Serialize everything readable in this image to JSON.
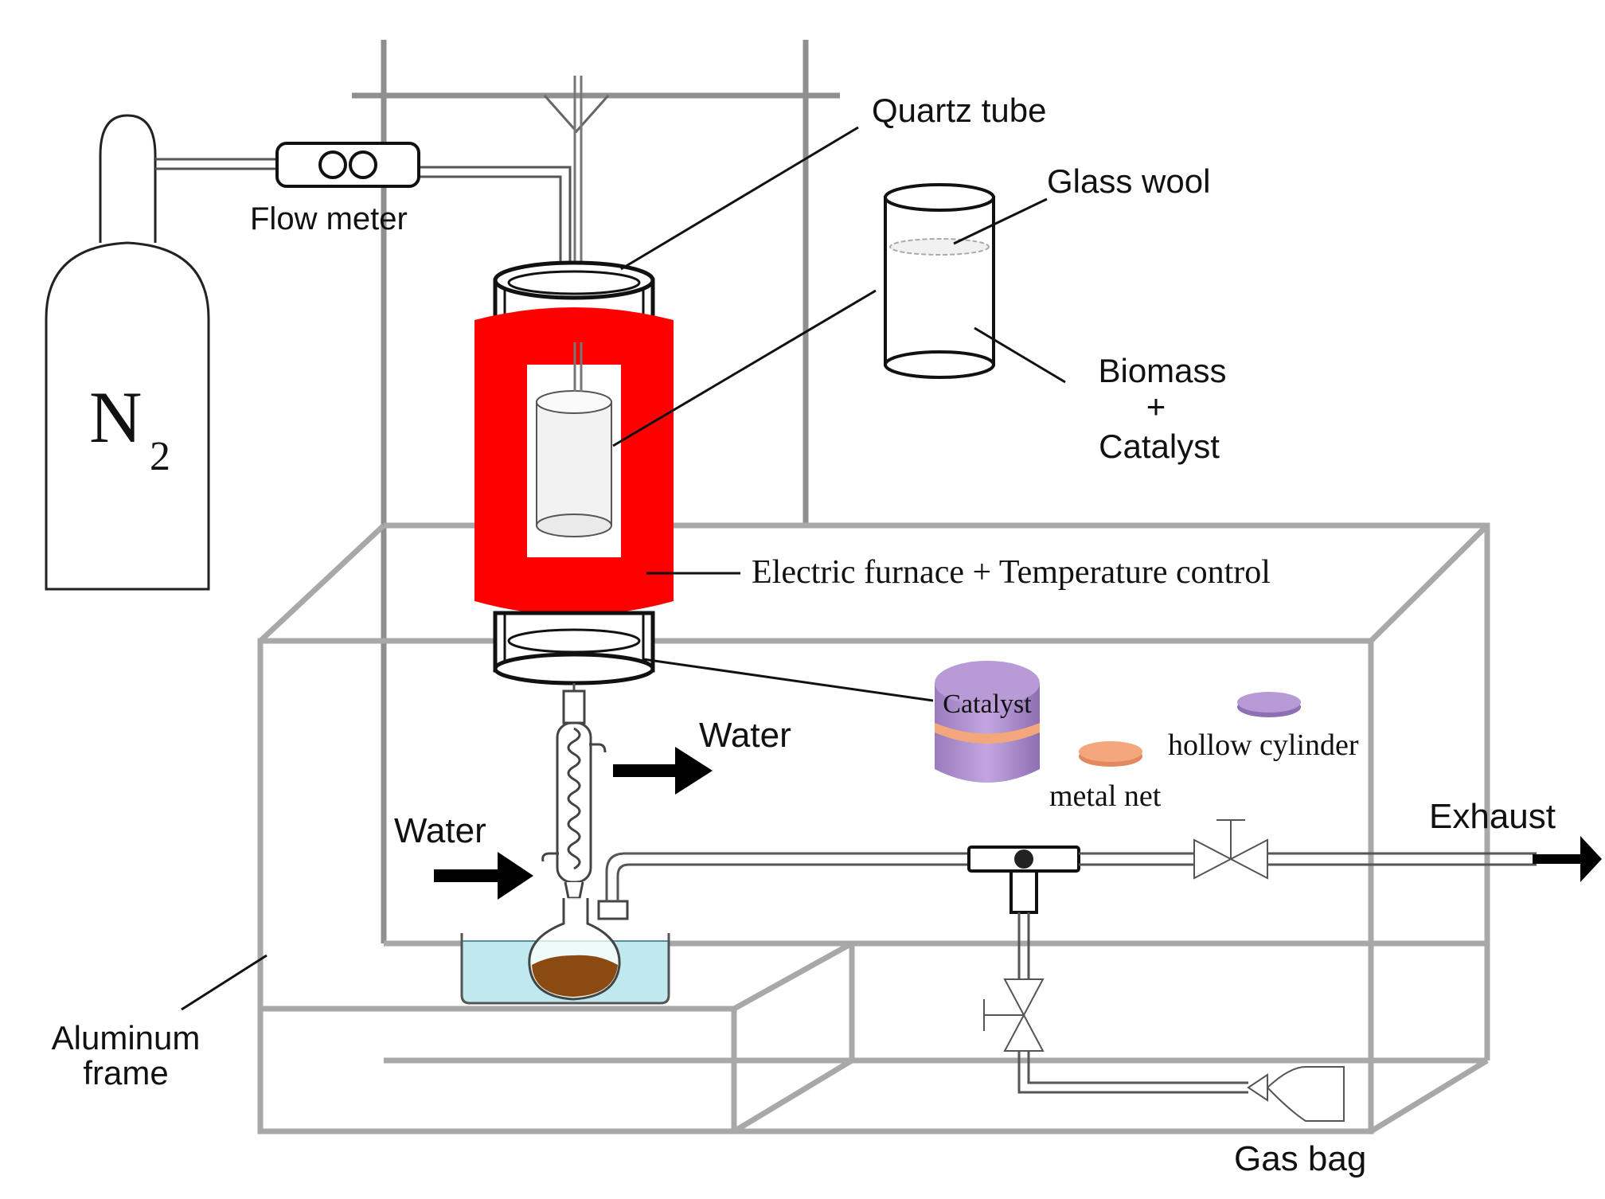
{
  "labels": {
    "n2_symbol": "N",
    "n2_subscript": "2",
    "flow_meter": "Flow meter",
    "quartz_tube": "Quartz tube",
    "glass_wool": "Glass wool",
    "biomass": "Biomass",
    "plus": "+",
    "catalyst": "Catalyst",
    "furnace": "Electric furnace + Temperature control",
    "catalyst_disk": "Catalyst",
    "hollow_cylinder": "hollow cylinder",
    "metal_net": "metal net",
    "water_out": "Water",
    "water_in": "Water",
    "exhaust": "Exhaust",
    "aluminum": "Aluminum",
    "frame": "frame",
    "gas_bag": "Gas bag"
  },
  "colors": {
    "furnace": "#ff0000",
    "catalyst": "#a98bc9",
    "metal_net": "#f4a77c",
    "water_bath": "#bfe9ef",
    "bio_oil": "#8a4a12",
    "frame": "#a8a8a8"
  }
}
